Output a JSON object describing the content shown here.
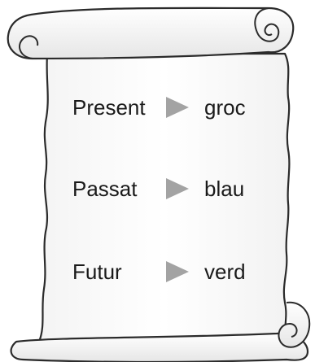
{
  "scroll": {
    "rows": [
      {
        "label": "Present",
        "value": "groc"
      },
      {
        "label": "Passat",
        "value": "blau"
      },
      {
        "label": "Futur",
        "value": "verd"
      }
    ]
  },
  "colors": {
    "arrow": "#a3a3a3",
    "paper_outline": "#2b2b2b",
    "text": "#1a1a1a"
  },
  "icons": {
    "arrow": "play-triangle-icon"
  }
}
